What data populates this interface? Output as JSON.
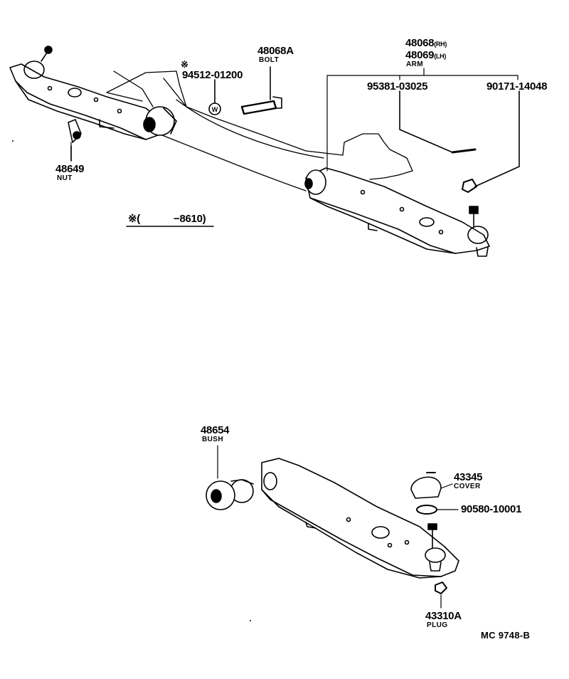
{
  "labels": {
    "arm_rh": "48068",
    "arm_rh_suffix": "(RH)",
    "arm_lh": "48069",
    "arm_lh_suffix": "(LH)",
    "arm_name": "ARM",
    "bolt_pn": "48068A",
    "bolt_name": "BOLT",
    "washer_mark": "※",
    "washer_pn": "94512-01200",
    "pin_pn": "95381-03025",
    "nut2_pn": "90171-14048",
    "nut_pn": "48649",
    "nut_name": "NUT",
    "note_symbol": "※(",
    "note_value": "−8610)",
    "bush_pn": "48654",
    "bush_name": "BUSH",
    "cover_pn": "43345",
    "cover_name": "COVER",
    "ring_pn": "90580-10001",
    "plug_pn": "43310A",
    "plug_name": "PLUG",
    "diagram_ref": "MC  9748-B",
    "washer_glyph": "W"
  }
}
